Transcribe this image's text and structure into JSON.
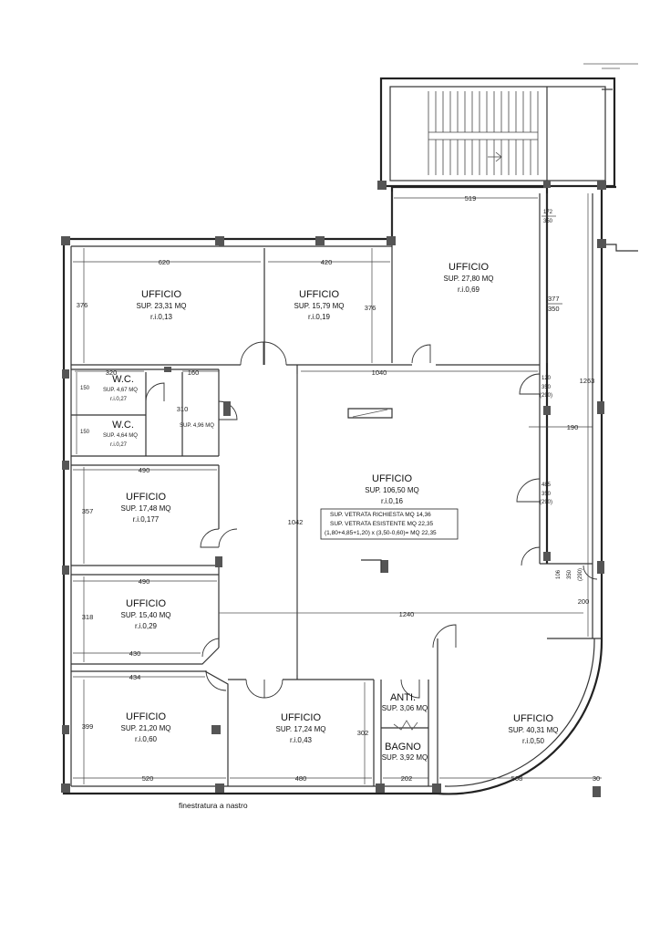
{
  "rooms": [
    {
      "title": "UFFICIO",
      "sup": "SUP. 23,31 MQ",
      "ri": "r.i.0,13"
    },
    {
      "title": "UFFICIO",
      "sup": "SUP. 15,79 MQ",
      "ri": "r.i.0,19"
    },
    {
      "title": "UFFICIO",
      "sup": "SUP. 27,80 MQ",
      "ri": "r.i.0,69"
    },
    {
      "title": "W.C.",
      "sup": "SUP. 4,67 MQ",
      "ri": "r.i.0,27"
    },
    {
      "title": "W.C.",
      "sup": "SUP. 4,64 MQ",
      "ri": "r.i.0,27"
    },
    {
      "title": "",
      "sup": "SUP. 4,96 MQ",
      "ri": ""
    },
    {
      "title": "UFFICIO",
      "sup": "SUP. 17,48 MQ",
      "ri": "r.i.0,177"
    },
    {
      "title": "UFFICIO",
      "sup": "SUP. 106,50 MQ",
      "ri": "r.i.0,16"
    },
    {
      "title": "UFFICIO",
      "sup": "SUP. 15,40 MQ",
      "ri": "r.i.0,29"
    },
    {
      "title": "UFFICIO",
      "sup": "SUP. 21,20 MQ",
      "ri": "r.i.0,60"
    },
    {
      "title": "UFFICIO",
      "sup": "SUP. 17,24 MQ",
      "ri": "r.i.0,43"
    },
    {
      "title": "ANTI.",
      "sup": "SUP. 3,06 MQ",
      "ri": ""
    },
    {
      "title": "BAGNO",
      "sup": "SUP. 3,92 MQ",
      "ri": ""
    },
    {
      "title": "UFFICIO",
      "sup": "SUP. 40,31 MQ",
      "ri": "r.i.0,50"
    }
  ],
  "vetrata_note": [
    "SUP. VETRATA RICHIESTA MQ 14,36",
    "SUP. VETRATA ESISTENTE MQ 22,35",
    "(1,80+4,85+1,20) x (3,50-0,60)= MQ 22,35"
  ],
  "dimensions": {
    "d620a": "620",
    "d420": "420",
    "d519": "519",
    "d172": "172",
    "d350a": "350",
    "d376a": "376",
    "d376b": "376",
    "d377": "377",
    "d350b": "350",
    "d320": "320",
    "d160": "160",
    "d1040": "1040",
    "d120": "120",
    "d350c": "350",
    "d290a": "(290)",
    "d150a": "150",
    "d310": "310",
    "d150b": "150",
    "d1263": "1263",
    "d190": "190",
    "d490a": "490",
    "d357": "357",
    "d1042": "1042",
    "d485": "485",
    "d350d": "350",
    "d290b": "(290)",
    "d106": "106",
    "d350e": "350",
    "d290c": "(290)",
    "d490b": "490",
    "d200": "200",
    "d318": "318",
    "d1240": "1240",
    "d430": "430",
    "d434": "434",
    "d399": "399",
    "d302": "302",
    "d520": "520",
    "d480": "480",
    "d202": "202",
    "d508": "508",
    "d30": "30"
  },
  "caption": "finestratura a nastro"
}
